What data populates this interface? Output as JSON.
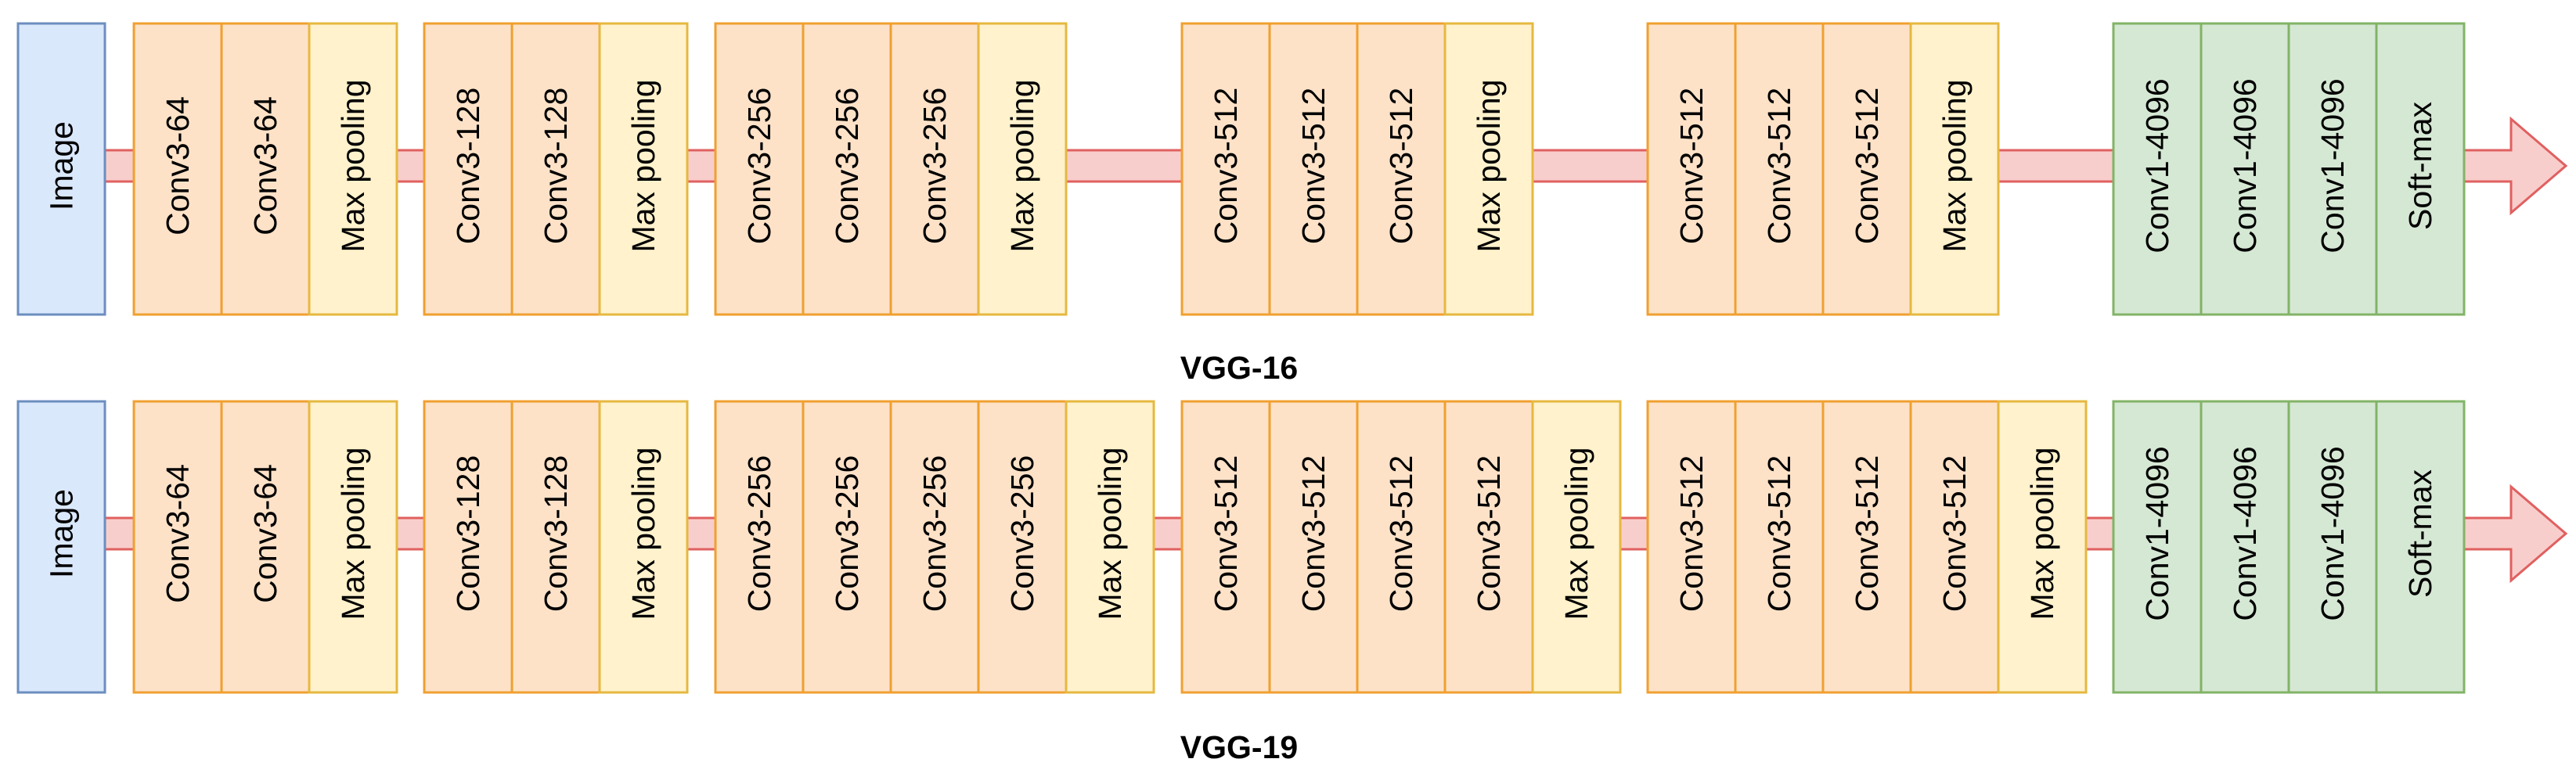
{
  "colors": {
    "image_fill": "#dae8fc",
    "image_stroke": "#6c8ebf",
    "conv_fill": "#fde2c8",
    "conv_stroke": "#f0a030",
    "pool_fill": "#fff2cc",
    "pool_stroke": "#e6b840",
    "fc_fill": "#d5e8d4",
    "fc_stroke": "#82b366",
    "arrow_fill": "#f8cecc",
    "arrow_stroke": "#e06060"
  },
  "models": [
    {
      "title": "VGG-16",
      "input": {
        "label": "Image"
      },
      "blocks": [
        {
          "layers": [
            {
              "label": "Conv3-64",
              "kind": "conv"
            },
            {
              "label": "Conv3-64",
              "kind": "conv"
            },
            {
              "label": "Max pooling",
              "kind": "pool"
            }
          ]
        },
        {
          "layers": [
            {
              "label": "Conv3-128",
              "kind": "conv"
            },
            {
              "label": "Conv3-128",
              "kind": "conv"
            },
            {
              "label": "Max pooling",
              "kind": "pool"
            }
          ]
        },
        {
          "layers": [
            {
              "label": "Conv3-256",
              "kind": "conv"
            },
            {
              "label": "Conv3-256",
              "kind": "conv"
            },
            {
              "label": "Conv3-256",
              "kind": "conv"
            },
            {
              "label": "Max pooling",
              "kind": "pool"
            }
          ]
        },
        {
          "layers": [
            {
              "label": "Conv3-512",
              "kind": "conv"
            },
            {
              "label": "Conv3-512",
              "kind": "conv"
            },
            {
              "label": "Conv3-512",
              "kind": "conv"
            },
            {
              "label": "Max pooling",
              "kind": "pool"
            }
          ]
        },
        {
          "layers": [
            {
              "label": "Conv3-512",
              "kind": "conv"
            },
            {
              "label": "Conv3-512",
              "kind": "conv"
            },
            {
              "label": "Conv3-512",
              "kind": "conv"
            },
            {
              "label": "Max pooling",
              "kind": "pool"
            }
          ]
        },
        {
          "layers": [
            {
              "label": "Conv1-4096",
              "kind": "fc"
            },
            {
              "label": "Conv1-4096",
              "kind": "fc"
            },
            {
              "label": "Conv1-4096",
              "kind": "fc"
            },
            {
              "label": "Soft-max",
              "kind": "fc"
            }
          ]
        }
      ]
    },
    {
      "title": "VGG-19",
      "input": {
        "label": "Image"
      },
      "blocks": [
        {
          "layers": [
            {
              "label": "Conv3-64",
              "kind": "conv"
            },
            {
              "label": "Conv3-64",
              "kind": "conv"
            },
            {
              "label": "Max pooling",
              "kind": "pool"
            }
          ]
        },
        {
          "layers": [
            {
              "label": "Conv3-128",
              "kind": "conv"
            },
            {
              "label": "Conv3-128",
              "kind": "conv"
            },
            {
              "label": "Max pooling",
              "kind": "pool"
            }
          ]
        },
        {
          "layers": [
            {
              "label": "Conv3-256",
              "kind": "conv"
            },
            {
              "label": "Conv3-256",
              "kind": "conv"
            },
            {
              "label": "Conv3-256",
              "kind": "conv"
            },
            {
              "label": "Conv3-256",
              "kind": "conv"
            },
            {
              "label": "Max pooling",
              "kind": "pool"
            }
          ]
        },
        {
          "layers": [
            {
              "label": "Conv3-512",
              "kind": "conv"
            },
            {
              "label": "Conv3-512",
              "kind": "conv"
            },
            {
              "label": "Conv3-512",
              "kind": "conv"
            },
            {
              "label": "Conv3-512",
              "kind": "conv"
            },
            {
              "label": "Max pooling",
              "kind": "pool"
            }
          ]
        },
        {
          "layers": [
            {
              "label": "Conv3-512",
              "kind": "conv"
            },
            {
              "label": "Conv3-512",
              "kind": "conv"
            },
            {
              "label": "Conv3-512",
              "kind": "conv"
            },
            {
              "label": "Conv3-512",
              "kind": "conv"
            },
            {
              "label": "Max pooling",
              "kind": "pool"
            }
          ]
        },
        {
          "layers": [
            {
              "label": "Conv1-4096",
              "kind": "fc"
            },
            {
              "label": "Conv1-4096",
              "kind": "fc"
            },
            {
              "label": "Conv1-4096",
              "kind": "fc"
            },
            {
              "label": "Soft-max",
              "kind": "fc"
            }
          ]
        }
      ]
    }
  ]
}
